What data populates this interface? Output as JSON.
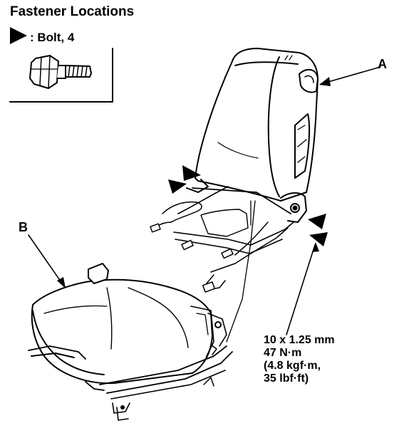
{
  "title": "Fastener Locations",
  "legend": {
    "text": ": Bolt, 4",
    "icon": "bolt-icon",
    "marker": "triangle-marker-icon"
  },
  "labels": {
    "a": "A",
    "b": "B"
  },
  "torque": {
    "line1": "10 x 1.25 mm",
    "line2": "47 N·m",
    "line3": "(4.8 kgf·m,",
    "line4": "35 lbf·ft)"
  },
  "colors": {
    "ink": "#000000",
    "paper": "#ffffff"
  }
}
